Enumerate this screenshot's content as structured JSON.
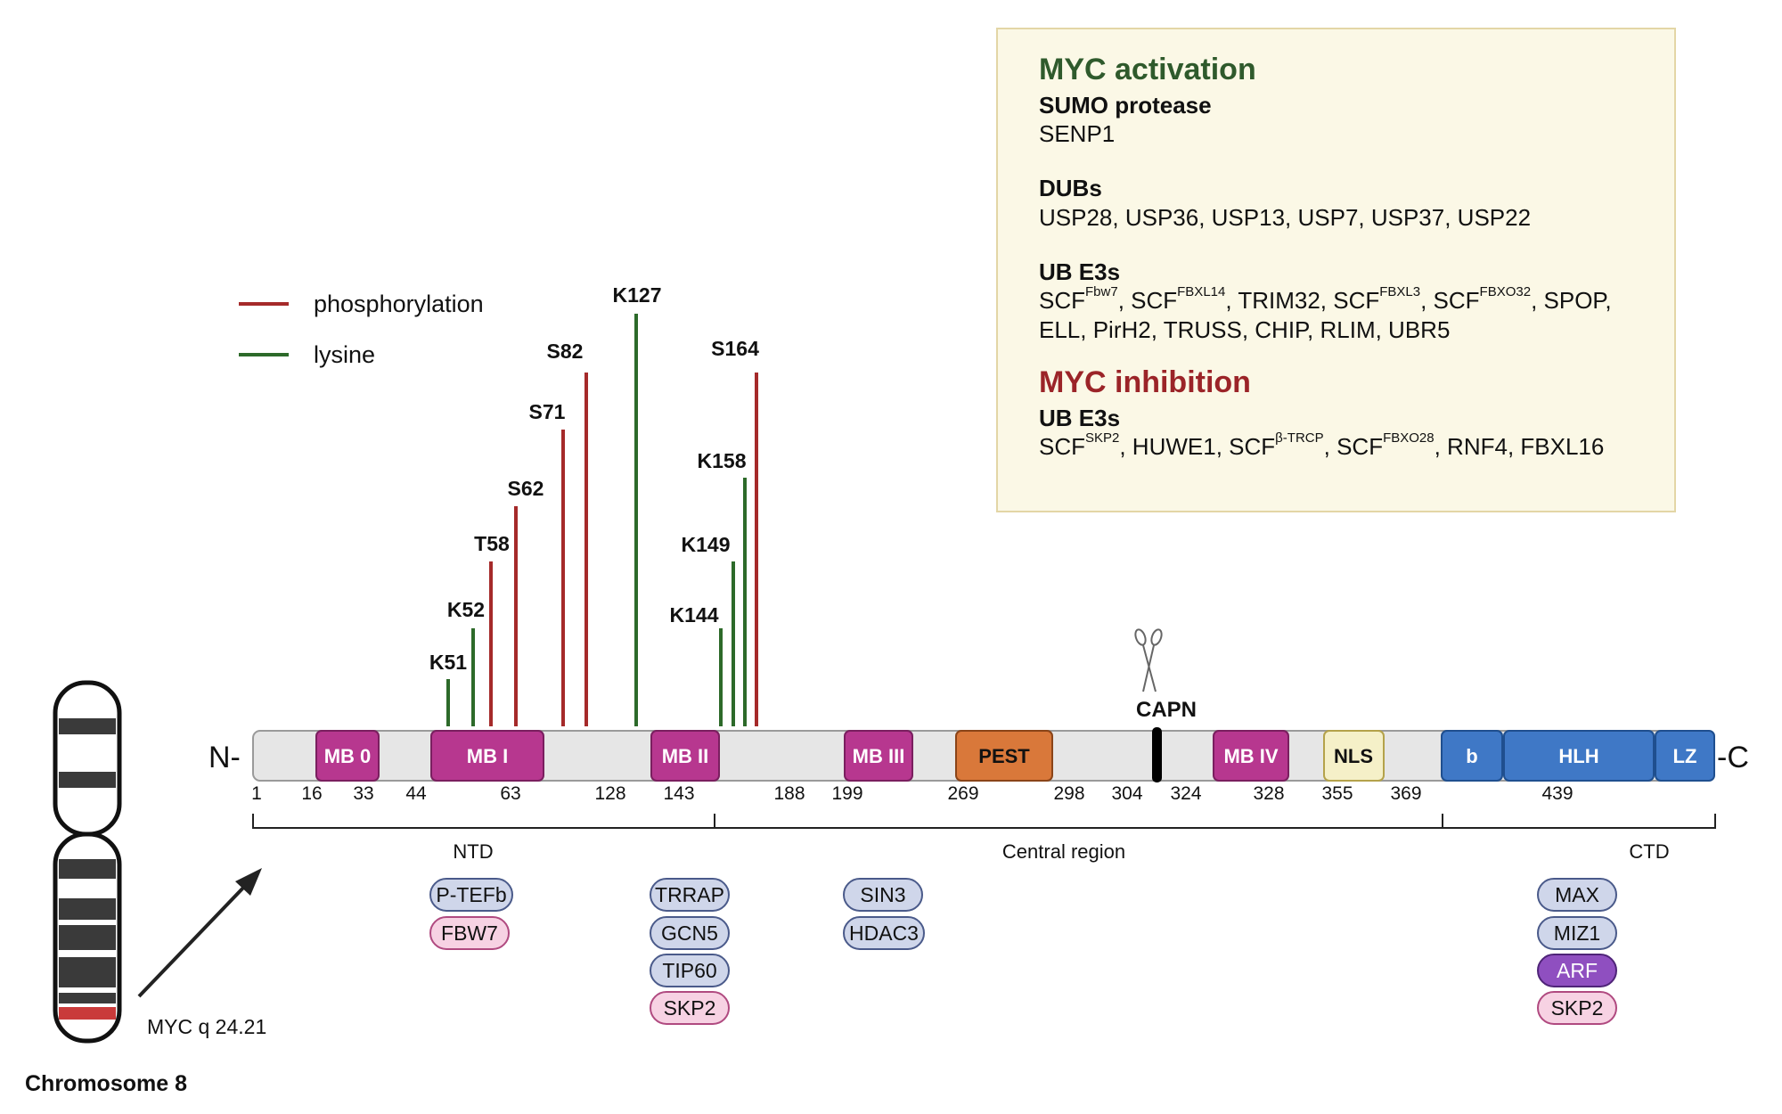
{
  "legend": {
    "phosphorylation_label": "phosphorylation",
    "lysine_label": "lysine",
    "phosphorylation_color": "#a52a2a",
    "lysine_color": "#2d6a2a"
  },
  "sites": [
    {
      "label": "K51",
      "type": "lysine"
    },
    {
      "label": "K52",
      "type": "lysine"
    },
    {
      "label": "T58",
      "type": "phosphorylation"
    },
    {
      "label": "S62",
      "type": "phosphorylation"
    },
    {
      "label": "S71",
      "type": "phosphorylation"
    },
    {
      "label": "S82",
      "type": "phosphorylation"
    },
    {
      "label": "K127",
      "type": "lysine"
    },
    {
      "label": "K144",
      "type": "lysine"
    },
    {
      "label": "K149",
      "type": "lysine"
    },
    {
      "label": "K158",
      "type": "lysine"
    },
    {
      "label": "S164",
      "type": "phosphorylation"
    }
  ],
  "protein": {
    "n_term": "N-",
    "c_term": "-C",
    "cleavage_label": "CAPN",
    "cleavage_icon": "scissors-icon",
    "domains": [
      {
        "label": "MB 0",
        "color": "#b7378f"
      },
      {
        "label": "MB I",
        "color": "#b7378f"
      },
      {
        "label": "MB II",
        "color": "#b7378f"
      },
      {
        "label": "MB III",
        "color": "#b7378f"
      },
      {
        "label": "PEST",
        "color": "#d9783a"
      },
      {
        "label": "MB IV",
        "color": "#b7378f"
      },
      {
        "label": "NLS",
        "color": "#f5f0c8"
      },
      {
        "label": "b",
        "color": "#3f78c6"
      },
      {
        "label": "HLH",
        "color": "#3f78c6"
      },
      {
        "label": "LZ",
        "color": "#3f78c6"
      }
    ],
    "positions": [
      "1",
      "16",
      "33",
      "44",
      "63",
      "128",
      "143",
      "188",
      "199",
      "269",
      "298",
      "304",
      "324",
      "328",
      "355",
      "369",
      "439"
    ]
  },
  "regions": [
    "NTD",
    "Central region",
    "CTD"
  ],
  "partners": {
    "ntd_mb1": [
      "P-TEFb",
      "FBW7"
    ],
    "ntd_mb2": [
      "TRRAP",
      "GCN5",
      "TIP60",
      "SKP2"
    ],
    "central": [
      "SIN3",
      "HDAC3"
    ],
    "ctd": [
      "MAX",
      "MIZ1",
      "ARF",
      "SKP2"
    ]
  },
  "chromosome": {
    "locus_label": "MYC q 24.21",
    "title": "Chromosome 8"
  },
  "infobox": {
    "activation_heading": "MYC activation",
    "sumo_heading": "SUMO protease",
    "sumo_list": "SENP1",
    "dubs_heading": "DUBs",
    "dubs_list": "USP28, USP36, USP13, USP7, USP37, USP22",
    "ube3_heading": "UB E3s",
    "act_scf1": "SCF",
    "act_sup1": "Fbw7",
    "act_sep1": ", SCF",
    "act_sup2": "FBXL14",
    "act_sep2": ", TRIM32, SCF",
    "act_sup3": "FBXL3",
    "act_sep3": ", SCF",
    "act_sup4": "FBXO32",
    "act_tail1": ", SPOP,",
    "act_line2": "ELL, PirH2, TRUSS, CHIP, RLIM, UBR5",
    "inhibition_heading": "MYC inhibition",
    "inh_ube3_heading": "UB E3s",
    "inh_scf1": "SCF",
    "inh_sup1": "SKP2",
    "inh_sep1": ", HUWE1, SCF",
    "inh_sup2": "β-TRCP",
    "inh_sep2": ", SCF",
    "inh_sup3": "FBXO28",
    "inh_tail": ", RNF4, FBXL16"
  }
}
